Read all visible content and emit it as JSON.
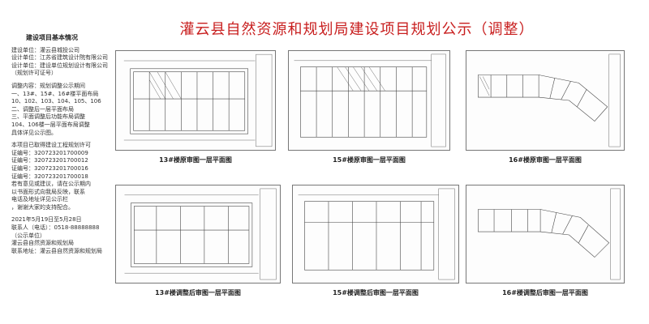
{
  "page": {
    "title": "灌云县自然资源和规划局建设项目规划公示（调整）"
  },
  "sidebar": {
    "heading": "建设项目基本情况",
    "block1": [
      "建设单位：灌云县城投公司",
      "设计单位：江苏省建筑设计院有限公司",
      "设计单位：建设单位规划设计有限公司",
      "（规划许可证号）"
    ],
    "block2": [
      "调整内容：规划调整公示期间",
      "一、13#、15#、16#楼平面布局",
      "10、102、103、104、105、106",
      "二、调整后一层平面布局",
      "三、平面调整后功能布局调整",
      "104、106楼一层平面布局调整",
      "具体详见公示图。"
    ],
    "block3": [
      "本项目已取得建设工程规划许可",
      "证编号：320723201700009",
      "证编号：320723201700012",
      "证编号：320723201700016",
      "证编号：320723201700018",
      "若有意见或建议，请在公示期内",
      "以书面形式向我局反映，联系",
      "电话及地址详见公示栏",
      "，谢谢大家的支持配合。"
    ],
    "block4": [
      "2021年5月19日至5月28日",
      "联系人（电话）：0518-88888888",
      "（公示单位）",
      "灌云县自然资源和规划局",
      "联系地址：灌云县自然资源和规划局"
    ]
  },
  "plans": [
    {
      "caption": "13#楼原审图一层平面图"
    },
    {
      "caption": "15#楼原审图一层平面图"
    },
    {
      "caption": "16#楼原审图一层平面图"
    },
    {
      "caption": "13#楼调整后审图一层平面图"
    },
    {
      "caption": "15#楼调整后审图一层平面图"
    },
    {
      "caption": "16#楼调整后审图一层平面图"
    }
  ]
}
